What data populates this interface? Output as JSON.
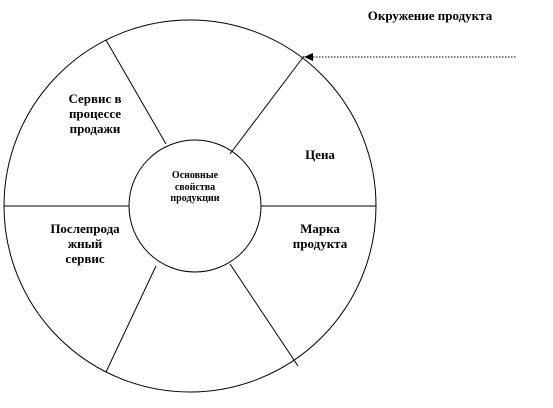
{
  "diagram": {
    "title": "Окружение продукта",
    "center": "Основные\nсвойства\nпродукции",
    "segments": {
      "price": "Цена",
      "brand": "Марка\nпродукта",
      "service_during_sale": "Сервис в\nпроцессе\nпродажи",
      "after_sale_service": "Послепрода\nжный\nсервис"
    },
    "line_color": "#000000",
    "background": "#ffffff"
  }
}
